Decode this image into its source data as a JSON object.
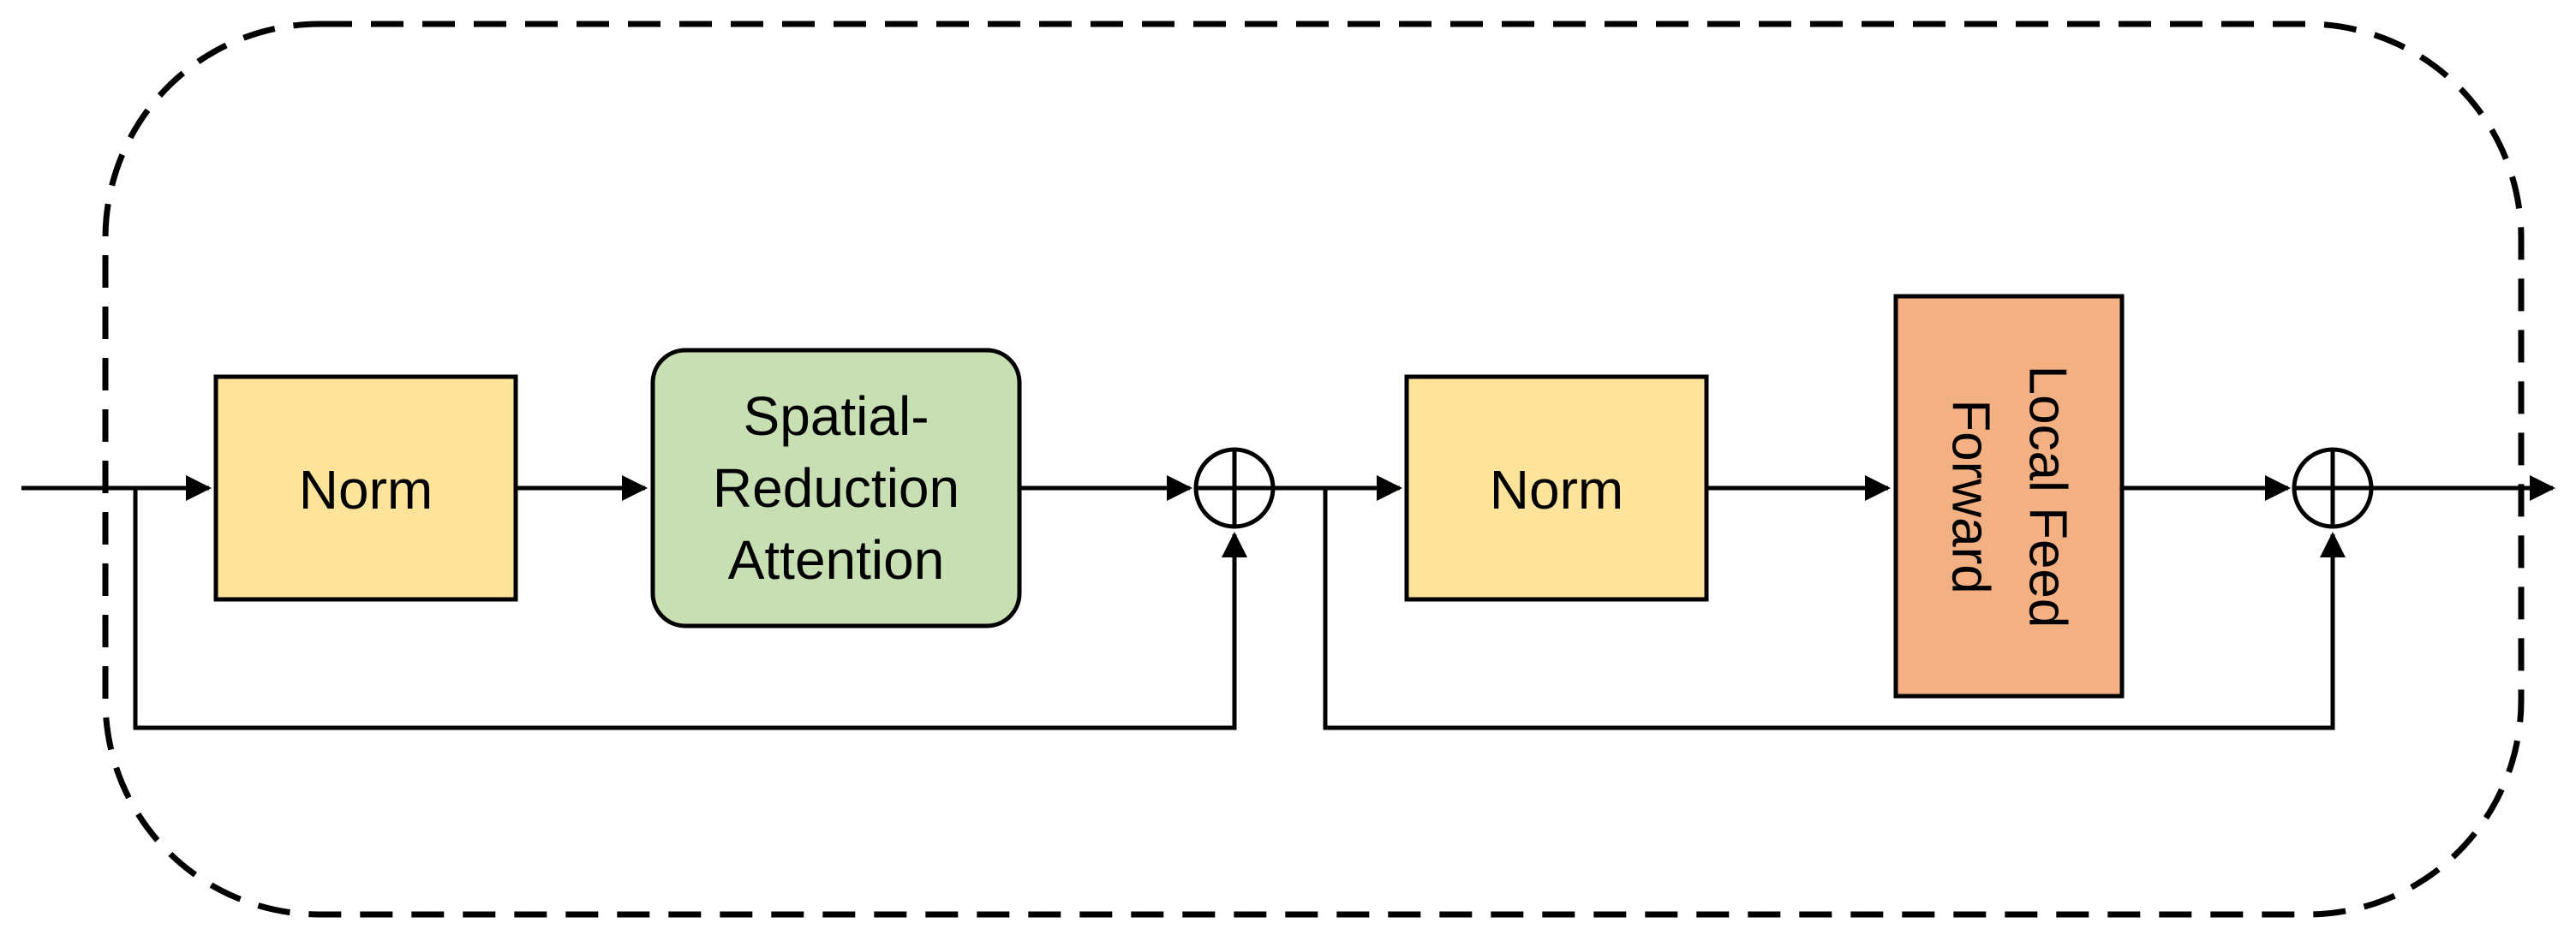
{
  "colors": {
    "background": "#FFFFFF",
    "line": "#000000",
    "block_border": "#000000",
    "norm_fill": "#FEE39B",
    "attention_fill": "#C7DFB2",
    "feedforward_fill": "#F3B083",
    "add_node_fill": "#FFFFFF"
  },
  "blocks": {
    "norm1": {
      "label": "Norm"
    },
    "spatial_reduction_attention": {
      "line1": "Spatial-",
      "line2": "Reduction",
      "line3": "Attention"
    },
    "norm2": {
      "label": "Norm"
    },
    "local_feed_forward": {
      "line1": "Local Feed",
      "line2": "Forward"
    }
  }
}
